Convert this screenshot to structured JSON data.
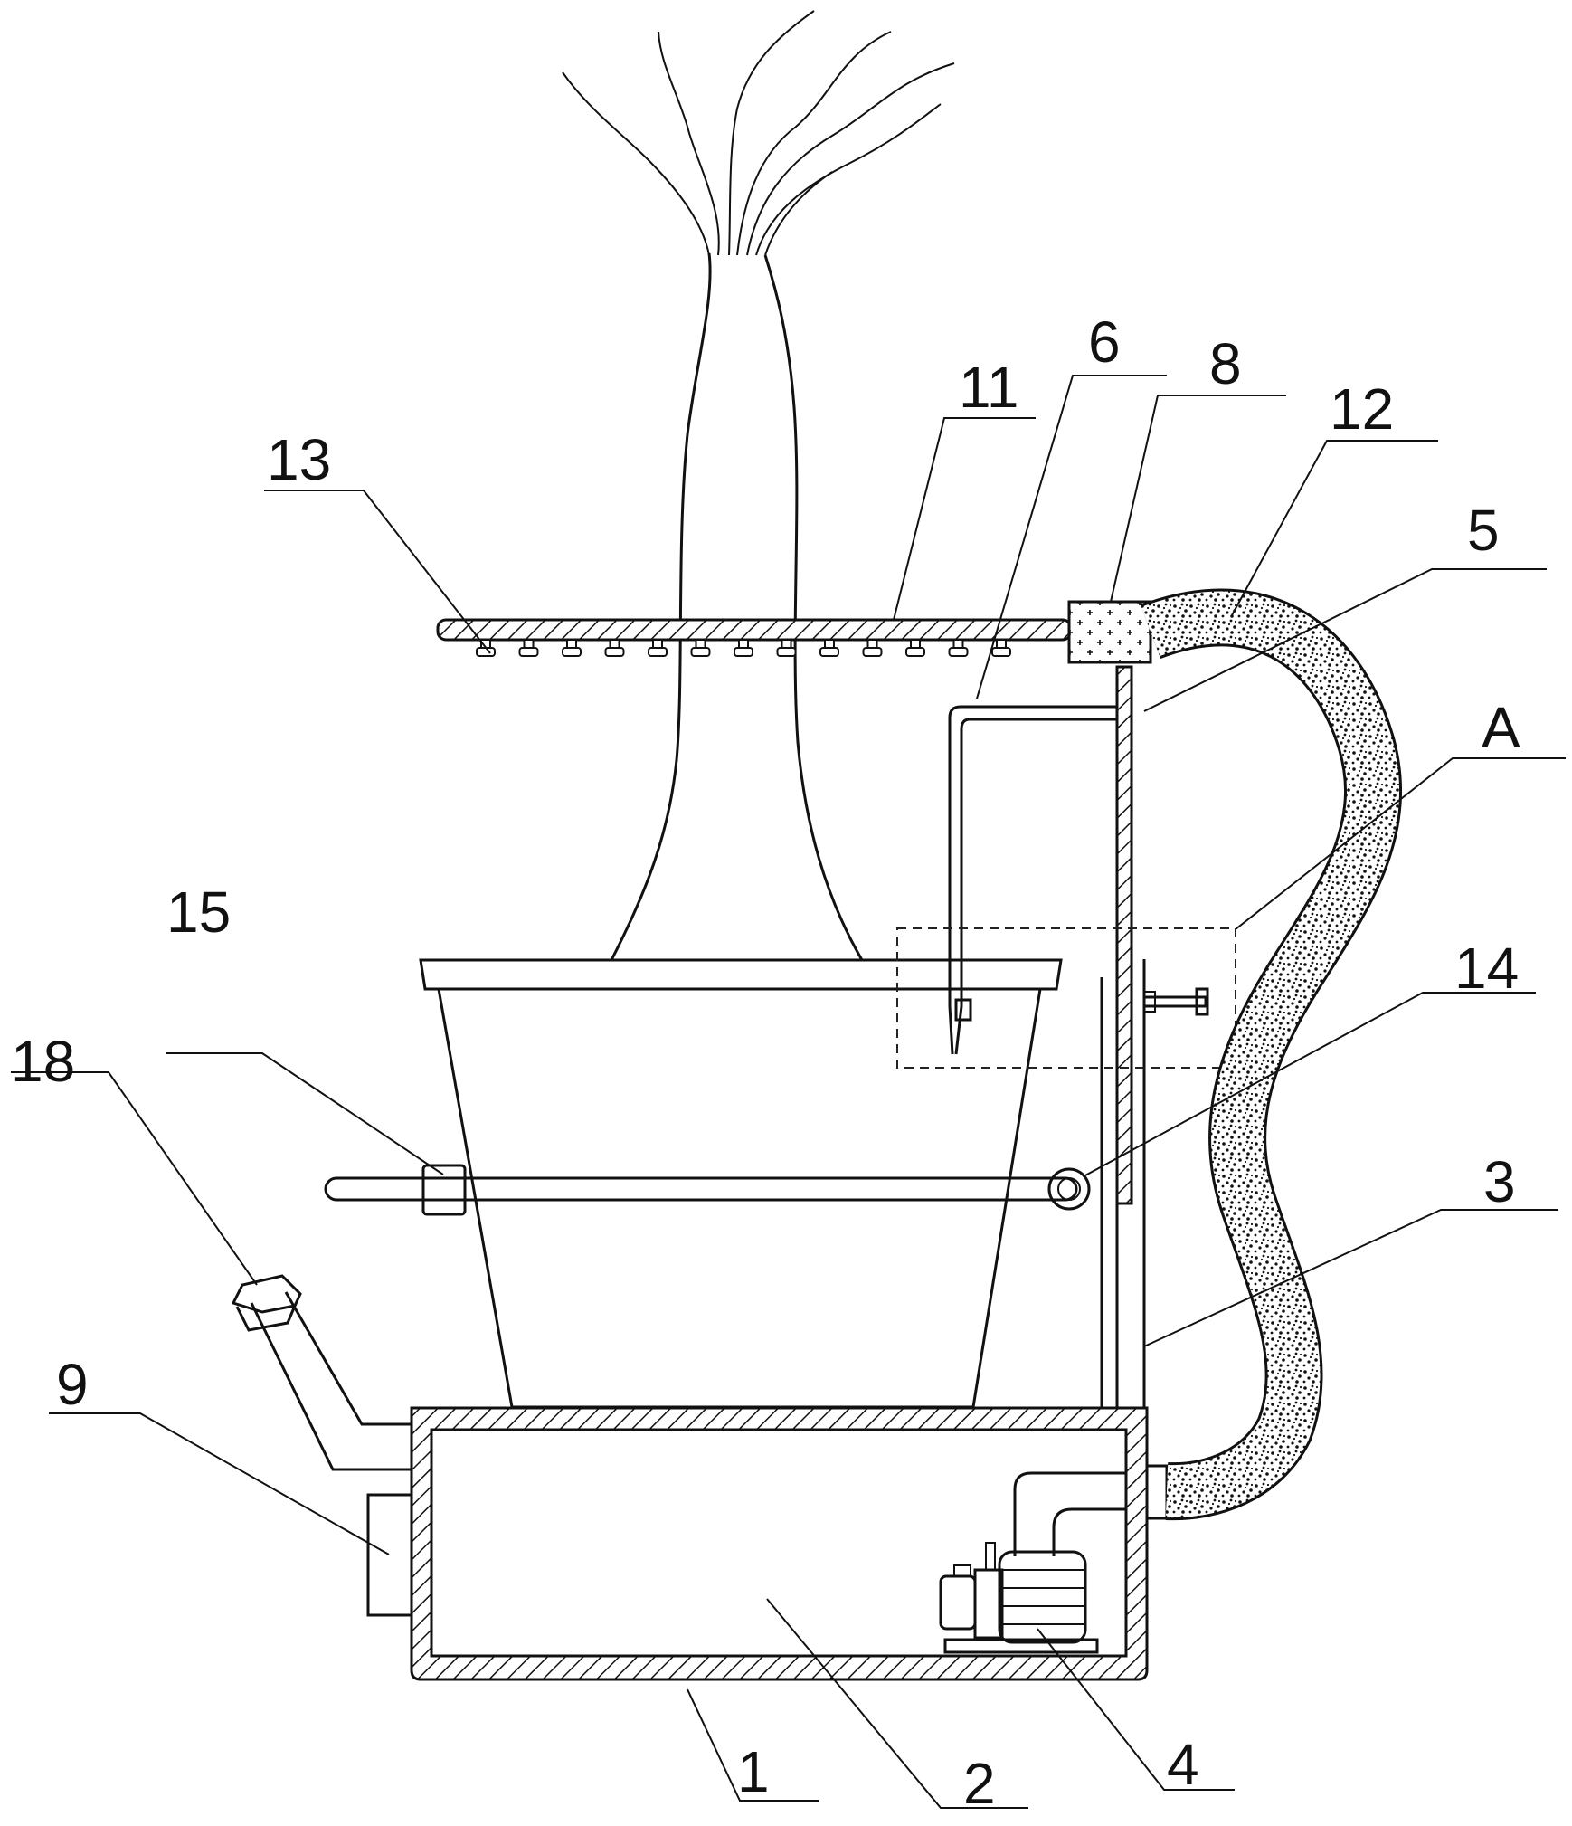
{
  "figure": {
    "labels": {
      "n1": "1",
      "n2": "2",
      "n3": "3",
      "n4": "4",
      "n5": "5",
      "n6": "6",
      "n8": "8",
      "n9": "9",
      "n11": "11",
      "n12": "12",
      "n13": "13",
      "n14": "14",
      "n15": "15",
      "n18": "18",
      "nA": "A"
    }
  }
}
